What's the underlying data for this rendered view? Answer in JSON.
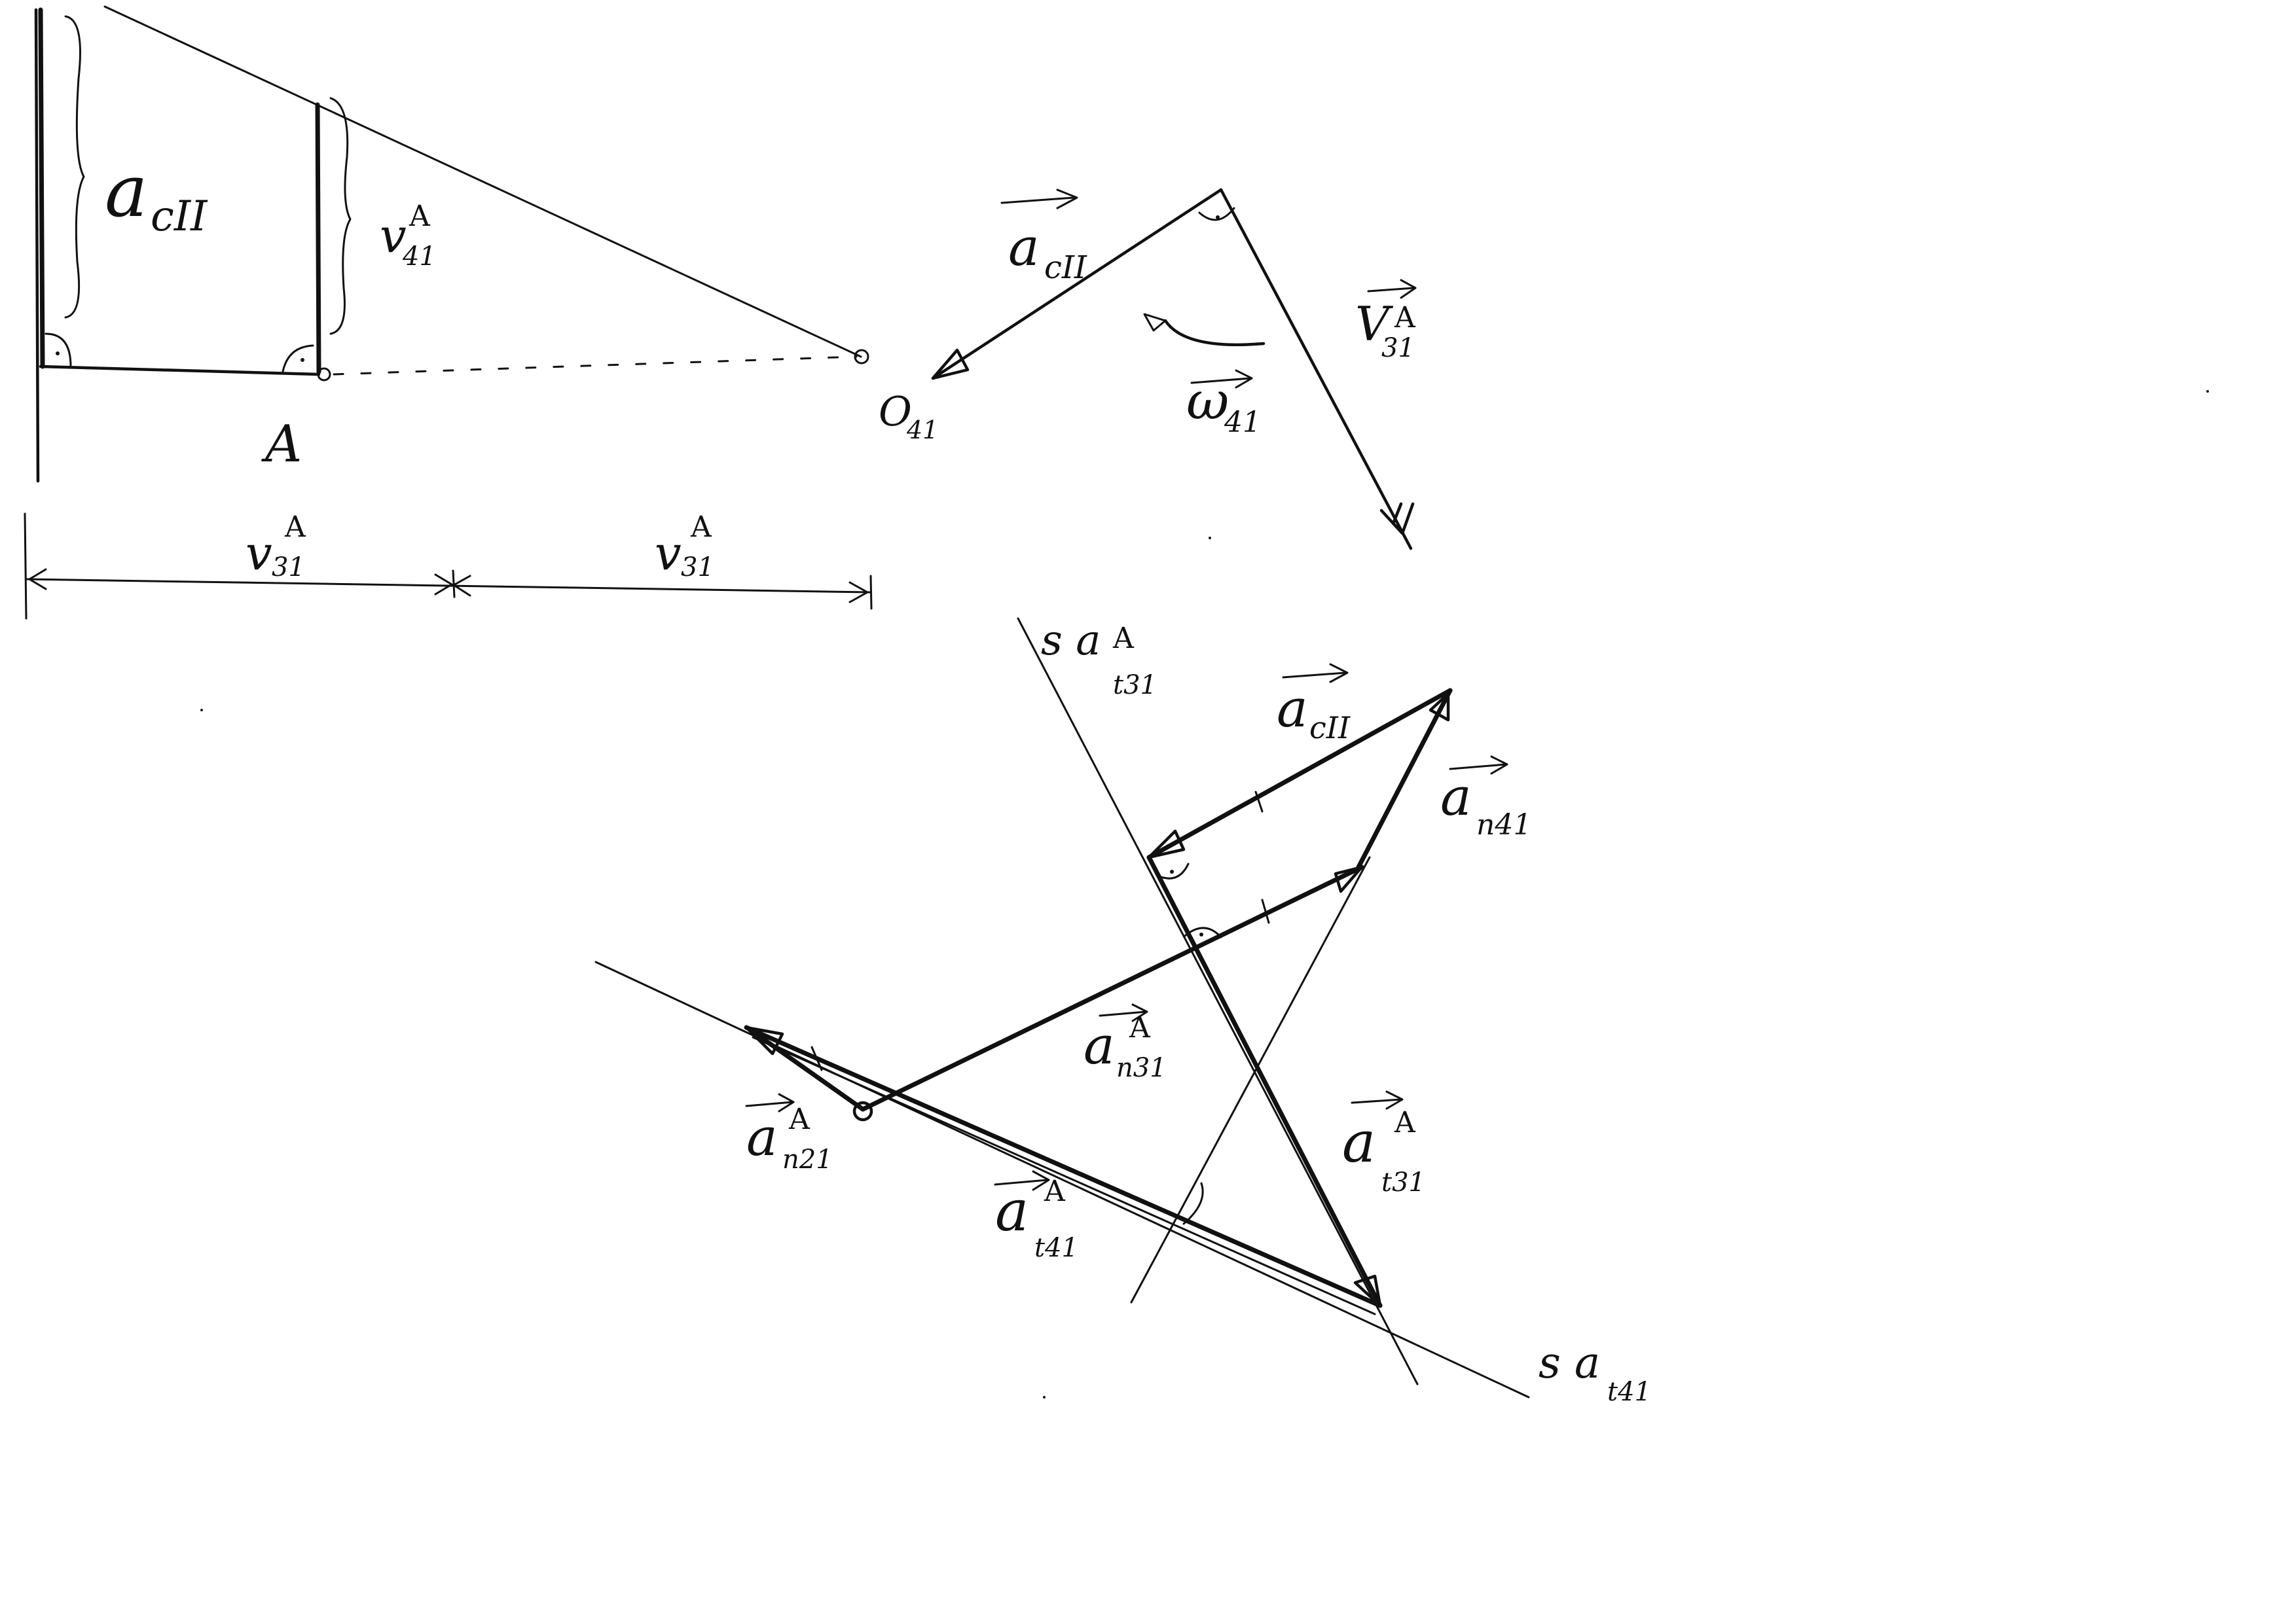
{
  "labels": {
    "a_c_II_left": {
      "base": "a",
      "sub": "cII",
      "sup": "",
      "arrow": false
    },
    "v_41_A": {
      "base": "v",
      "sub": "41",
      "sup": "A",
      "arrow": false
    },
    "point_A": {
      "text": "A"
    },
    "v_31_A_left": {
      "base": "v",
      "sub": "31",
      "sup": "A",
      "arrow": false
    },
    "v_31_A_right": {
      "base": "v",
      "sub": "31",
      "sup": "A",
      "arrow": false
    },
    "a_c_II_mid": {
      "base": "a",
      "sub": "cII",
      "sup": "",
      "arrow": true
    },
    "v_31_A_mid": {
      "base": "V",
      "sub": "31",
      "sup": "A",
      "arrow": true
    },
    "omega_41": {
      "base": "ω",
      "sub": "41",
      "sup": "",
      "arrow": true
    },
    "O_41": {
      "base": "O",
      "sub": "41",
      "sup": "",
      "arrow": false
    },
    "s_a_t31_A": {
      "base": "s a",
      "sub": "t31",
      "sup": "A",
      "arrow": false
    },
    "a_c_II_poly": {
      "base": "a",
      "sub": "cII",
      "sup": "",
      "arrow": true
    },
    "a_n_41": {
      "base": "a",
      "sub": "n41",
      "sup": "",
      "arrow": true
    },
    "a_n_31_A": {
      "base": "a",
      "sub": "n31",
      "sup": "A",
      "arrow": true
    },
    "a_n_21_A": {
      "base": "a",
      "sub": "n21",
      "sup": "A",
      "arrow": true
    },
    "a_t_41_A": {
      "base": "a",
      "sub": "t41",
      "sup": "A",
      "arrow": true
    },
    "a_t_31_A": {
      "base": "a",
      "sub": "t31",
      "sup": "A",
      "arrow": true
    },
    "s_a_t41": {
      "base": "s a",
      "sub": "t41",
      "sup": "",
      "arrow": false
    }
  },
  "colors": {
    "ink": "#111111",
    "paper": "#ffffff"
  }
}
